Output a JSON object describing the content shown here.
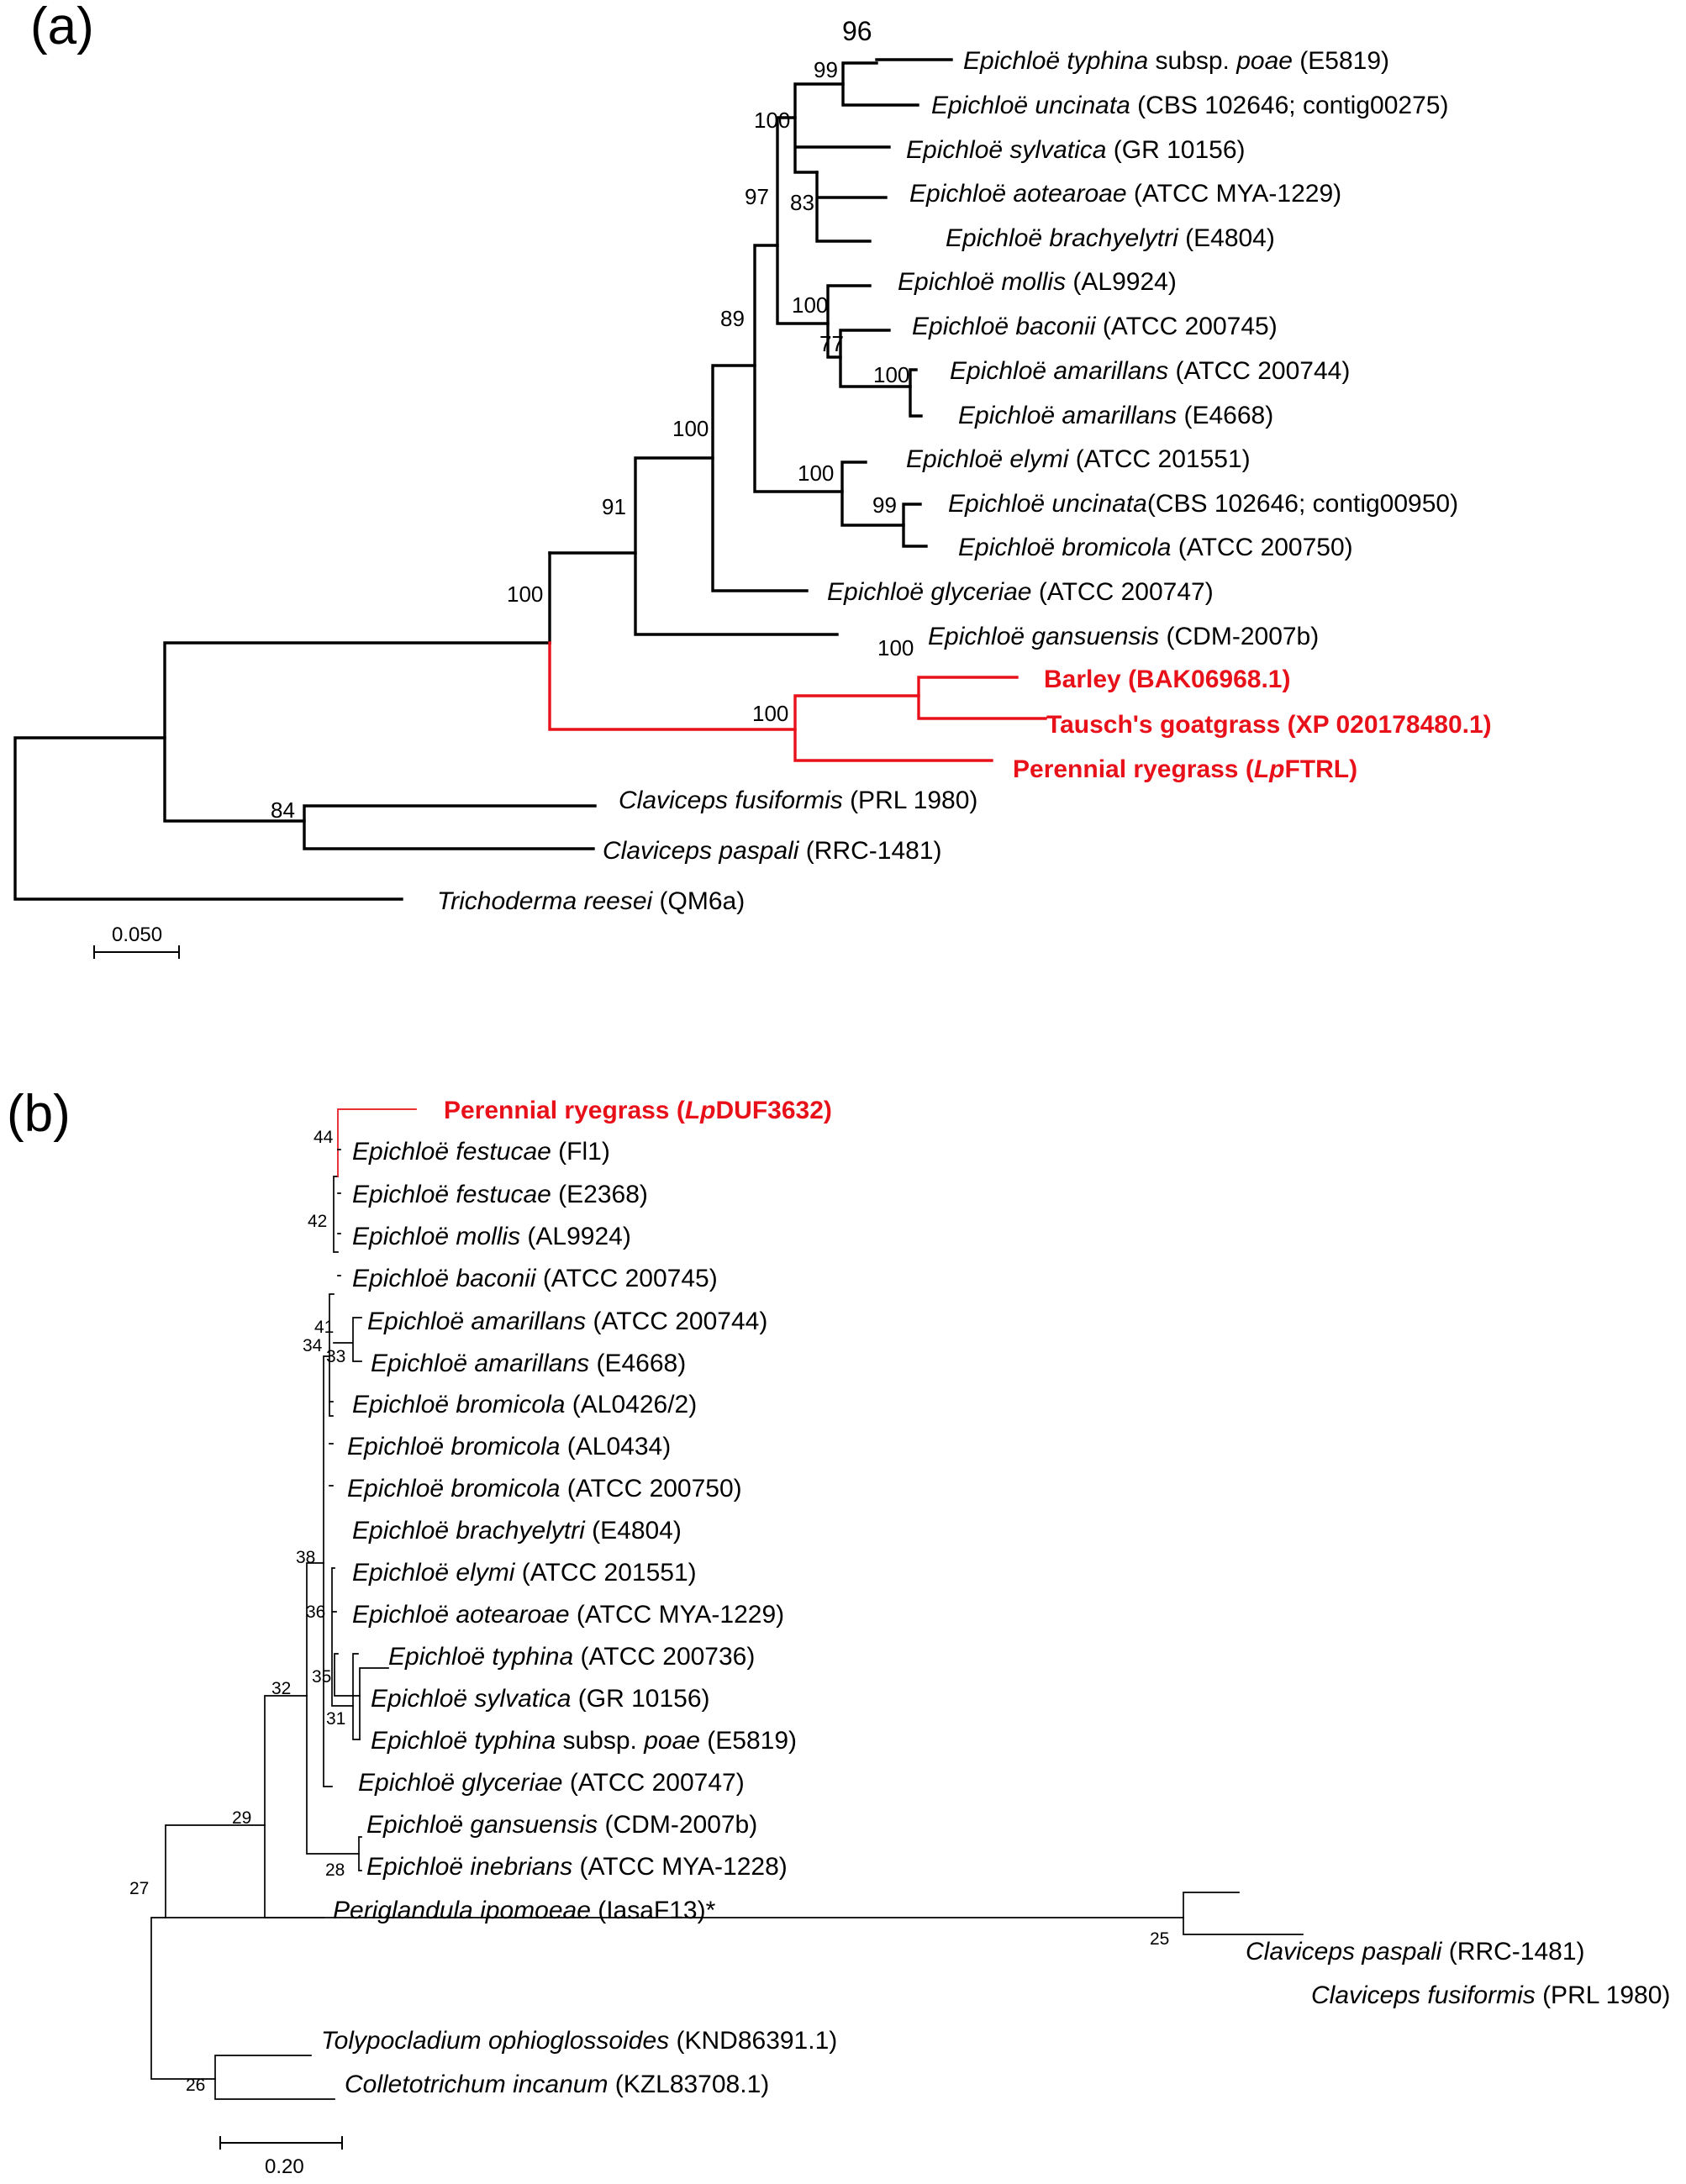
{
  "panels": [
    {
      "label": "(a)",
      "scale_label": "0.050",
      "highlight_color": "#e8111a",
      "taxa": [
        {
          "name": "Epichloë typhina",
          "suffix": " subsp. ",
          "italic2": "poae",
          "rest": " (E5819)"
        },
        {
          "name": "Epichloë uncinata",
          "rest": " (CBS 102646; contig00275)"
        },
        {
          "name": "Epichloë sylvatica",
          "rest": " (GR 10156)"
        },
        {
          "name": "Epichloë aotearoae",
          "rest": " (ATCC MYA-1229)"
        },
        {
          "name": "Epichloë brachyelytri",
          "rest": " (E4804)"
        },
        {
          "name": "Epichloë mollis",
          "rest": " (AL9924)"
        },
        {
          "name": "Epichloë baconii",
          "rest": " (ATCC 200745)"
        },
        {
          "name": "Epichloë amarillans",
          "rest": " (ATCC 200744)"
        },
        {
          "name": "Epichloë amarillans",
          "rest": " (E4668)"
        },
        {
          "name": "Epichloë elymi",
          "rest": " (ATCC 201551)"
        },
        {
          "name": "Epichloë uncinata",
          "rest": "(CBS 102646; contig00950)"
        },
        {
          "name": "Epichloë bromicola",
          "rest": " (ATCC 200750)"
        },
        {
          "name": "Epichloë glyceriae",
          "rest": " (ATCC 200747)"
        },
        {
          "name": "Epichloë gansuensis",
          "rest": " (CDM-2007b)"
        },
        {
          "plain": "Barley (BAK06968.1)"
        },
        {
          "plain": "Tausch's goatgrass (XP 020178480.1)"
        },
        {
          "plain": "Perennial ryegrass (",
          "bolditalic": "Lp",
          "plain2": "FTRL)"
        },
        {
          "name": "Claviceps fusiformis",
          "rest": " (PRL 1980)"
        },
        {
          "name": "Claviceps paspali",
          "rest": " (RRC-1481)"
        },
        {
          "name": "Trichoderma reesei",
          "rest": " (QM6a)"
        }
      ],
      "supports": [
        "96",
        "99",
        "100",
        "97",
        "83",
        "100",
        "77",
        "100",
        "89",
        "100",
        "100",
        "99",
        "91",
        "100",
        "100",
        "100",
        "84"
      ]
    },
    {
      "label": "(b)",
      "scale_label": "0.20",
      "highlight_color": "#e8111a",
      "taxa": [
        {
          "plain": "Perennial ryegrass (",
          "bolditalic": "Lp",
          "plain2": "DUF3632)"
        },
        {
          "name": "Epichloë festucae",
          "rest": " (Fl1)"
        },
        {
          "name": "Epichloë festucae",
          "rest": " (E2368)"
        },
        {
          "name": "Epichloë mollis",
          "rest": " (AL9924)"
        },
        {
          "name": "Epichloë baconii",
          "rest": " (ATCC 200745)"
        },
        {
          "name": "Epichloë amarillans",
          "rest": " (ATCC 200744)"
        },
        {
          "name": "Epichloë amarillans",
          "rest": " (E4668)"
        },
        {
          "name": "Epichloë bromicola",
          "rest": " (AL0426/2)"
        },
        {
          "name": "Epichloë bromicola",
          "rest": " (AL0434)"
        },
        {
          "name": "Epichloë bromicola",
          "rest": " (ATCC 200750)"
        },
        {
          "name": "Epichloë brachyelytri",
          "rest": " (E4804)"
        },
        {
          "name": "Epichloë elymi",
          "rest": " (ATCC 201551)"
        },
        {
          "name": "Epichloë aotearoae",
          "rest": " (ATCC MYA-1229)"
        },
        {
          "name": "Epichloë typhina",
          "rest": " (ATCC 200736)"
        },
        {
          "name": "Epichloë sylvatica",
          "rest": " (GR 10156)"
        },
        {
          "name": "Epichloë typhina",
          "suffix": " subsp. ",
          "italic2": "poae",
          "rest": " (E5819)"
        },
        {
          "name": "Epichloë glyceriae",
          "rest": " (ATCC 200747)"
        },
        {
          "name": "Epichloë gansuensis",
          "rest": " (CDM-2007b)"
        },
        {
          "name": "Epichloë inebrians",
          "rest": " (ATCC MYA-1228)"
        },
        {
          "name": "Periglandula ipomoeae",
          "rest": " (IasaF13)*"
        },
        {
          "name": "Claviceps paspali",
          "rest": " (RRC-1481)"
        },
        {
          "name": "Claviceps fusiformis",
          "rest": " (PRL 1980)"
        },
        {
          "name": "Tolypocladium ophioglossoides",
          "rest": " (KND86391.1)"
        },
        {
          "name": "Colletotrichum incanum",
          "rest": " (KZL83708.1)"
        }
      ],
      "supports": [
        "44",
        "42",
        "41",
        "34",
        "33",
        "38",
        "36",
        "35",
        "31",
        "32",
        "29",
        "28",
        "27",
        "25",
        "26"
      ]
    }
  ]
}
